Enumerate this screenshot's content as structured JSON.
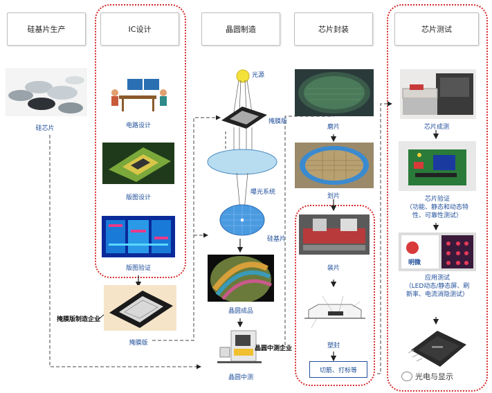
{
  "headers": {
    "h1": "硅基片生产",
    "h2": "IC设计",
    "h3": "晶圆制造",
    "h4": "芯片封装",
    "h5": "芯片测试"
  },
  "labels": {
    "silicon_chip": "硅芯片",
    "circuit_design": "电路设计",
    "layout_design": "版图设计",
    "layout_verify": "版图验证",
    "mask_company": "掩膜版制造企业",
    "mask": "掩膜版",
    "light_source": "光源",
    "mask_top": "掩膜版",
    "exposure_system": "曝光系统",
    "silicon_wafer": "硅基片",
    "wafer_product": "晶圆成品",
    "wafer_test_company": "晶圆中测企业",
    "wafer_test": "晶圆中测",
    "grinding": "磨片",
    "dicing": "划片",
    "mounting": "装片",
    "sealing": "塑封",
    "cut_mark": "切筋、打标等",
    "chip_test": "芯片成测",
    "chip_verify": "芯片验证\n（功能、静态和动态特\n性、可靠性测试）",
    "app_test": "应用测试\n（LED动态/静态屏、刷\n新率、电流消隐测试）",
    "watermark": "光电与显示",
    "panel_text": "明微"
  }
}
